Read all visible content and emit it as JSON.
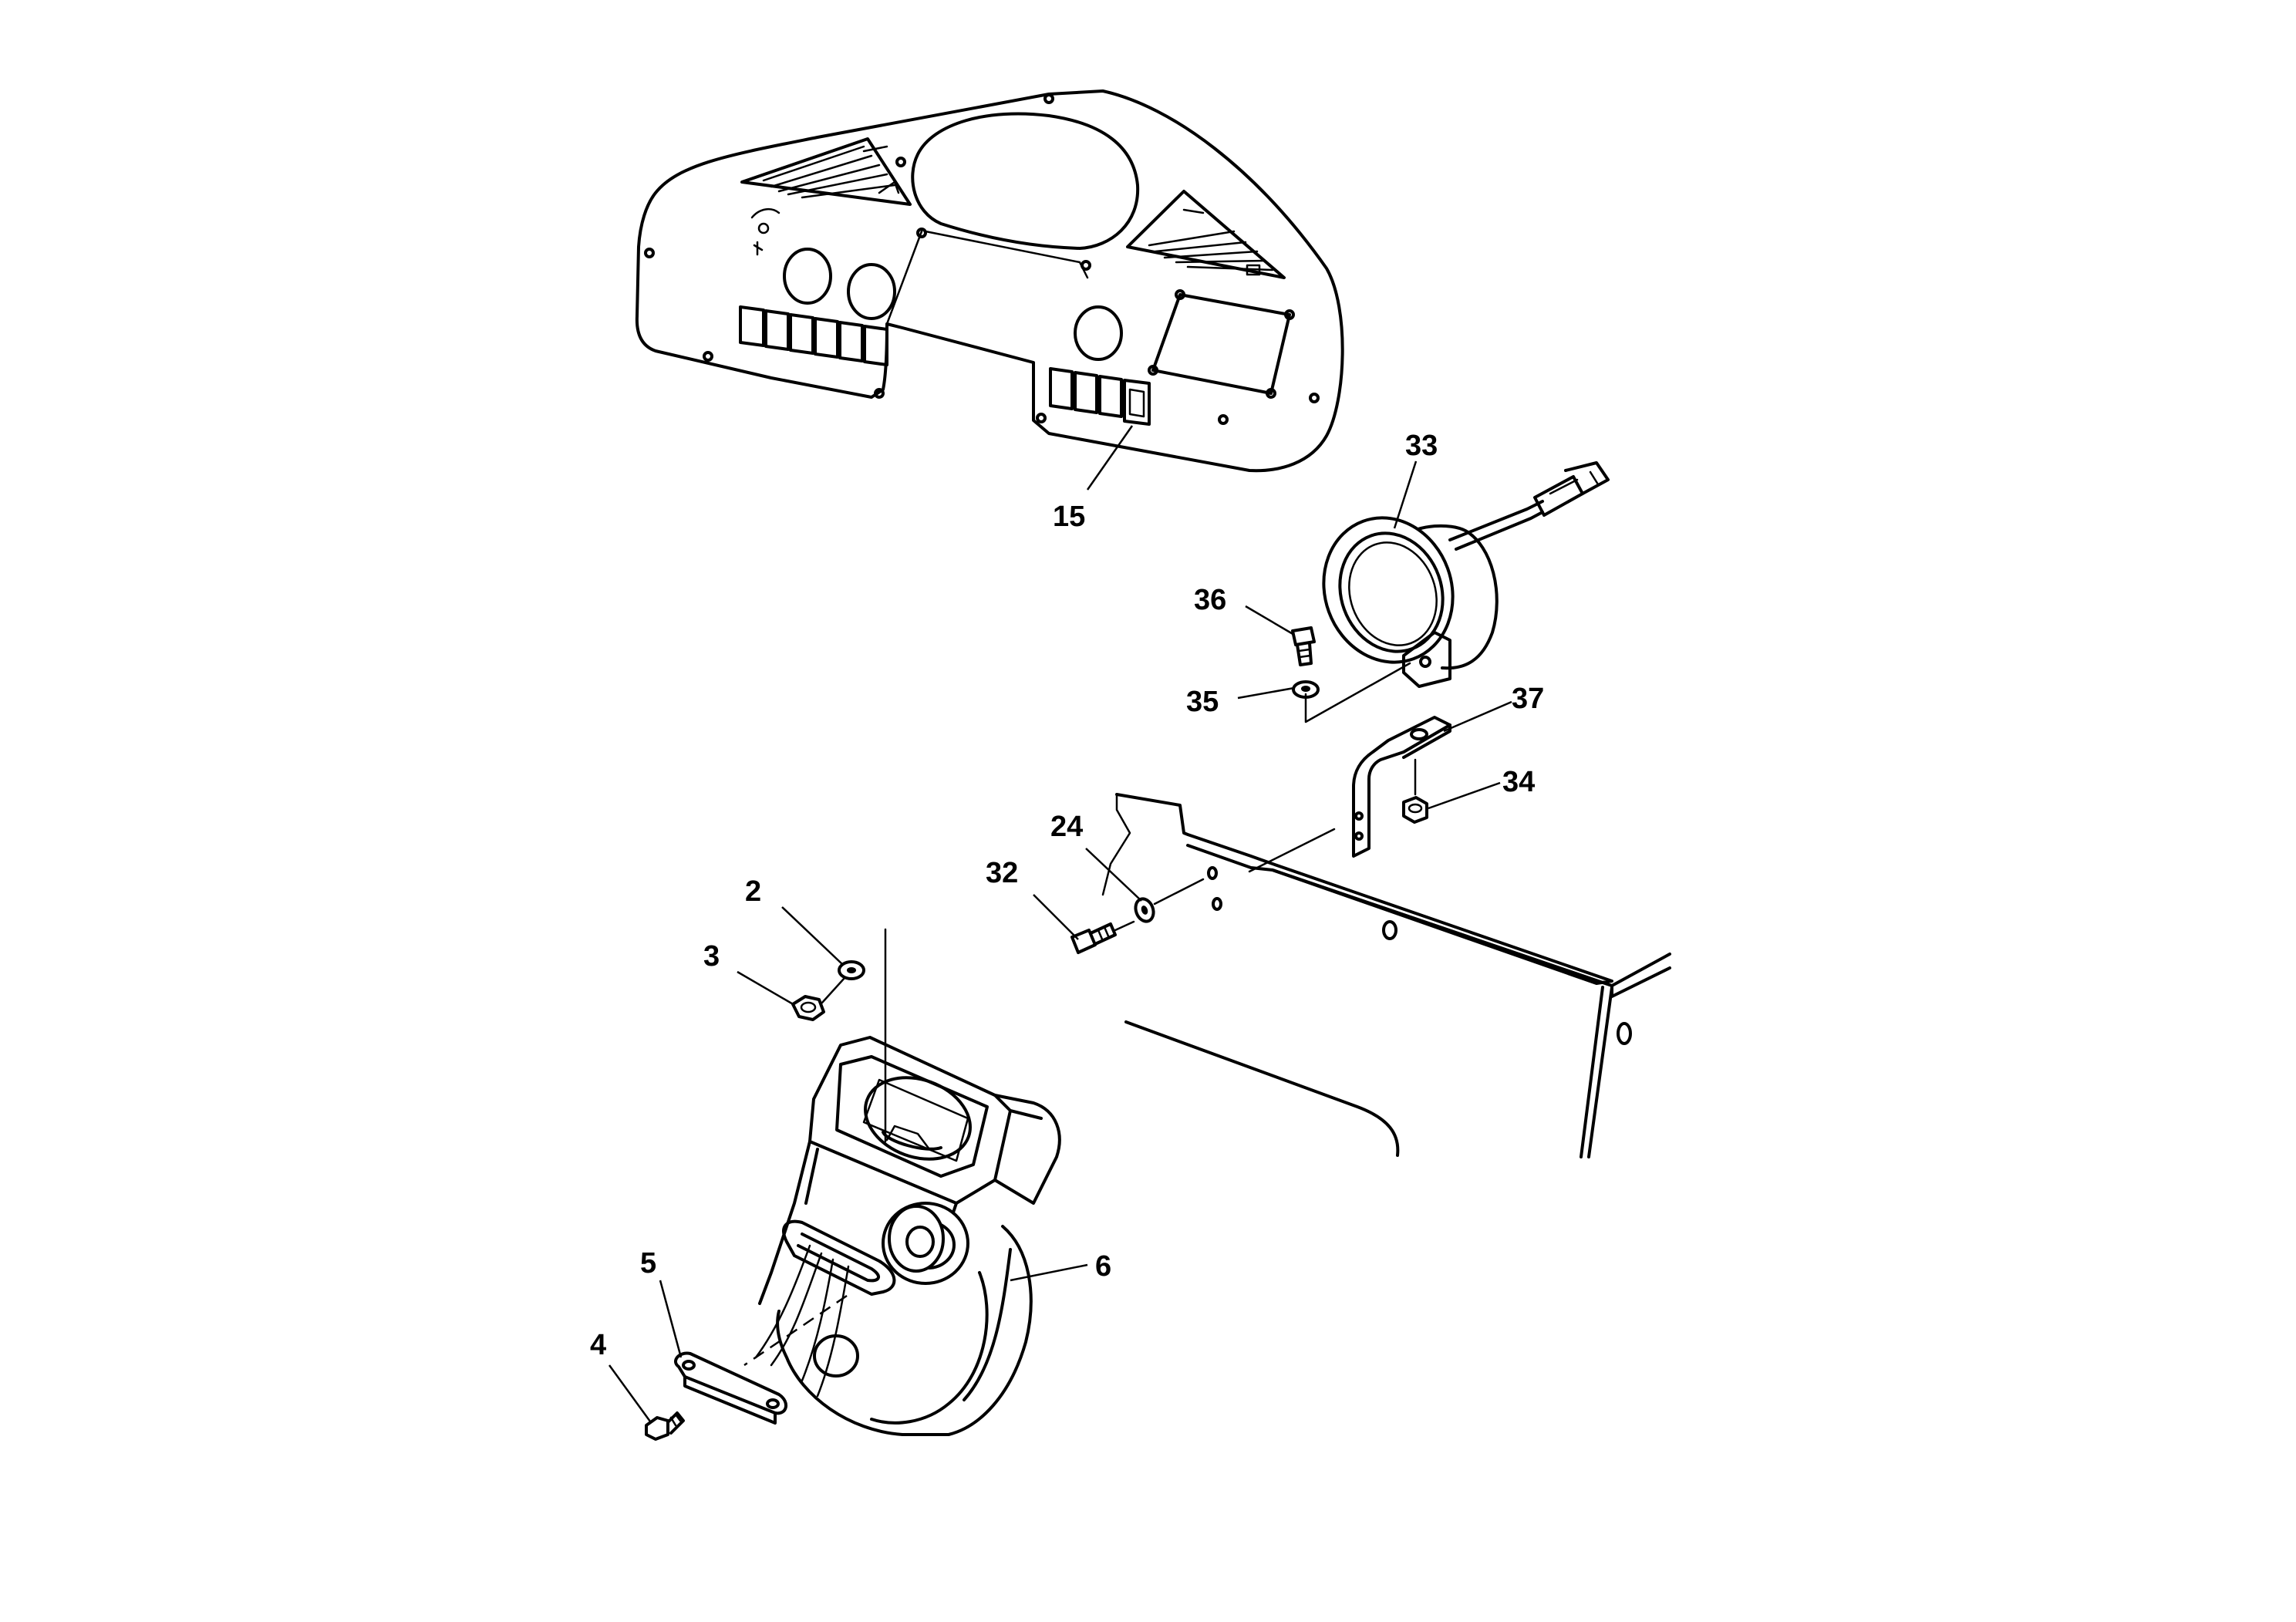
{
  "callouts": {
    "c2": "2",
    "c3": "3",
    "c4": "4",
    "c5": "5",
    "c6": "6",
    "c15": "15",
    "c24": "24",
    "c32": "32",
    "c33": "33",
    "c34": "34",
    "c35": "35",
    "c36": "36",
    "c37": "37"
  }
}
